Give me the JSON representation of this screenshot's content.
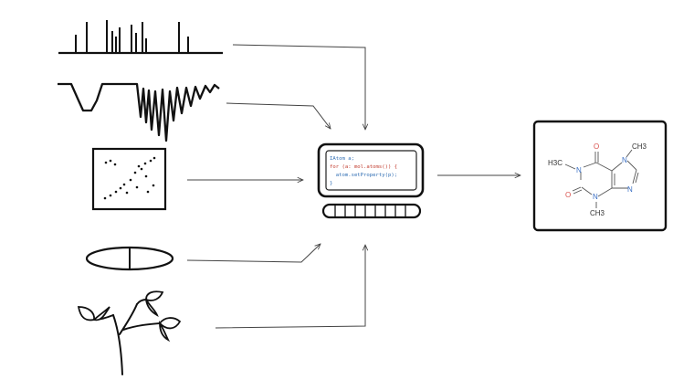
{
  "computer": {
    "code_lines": [
      "IAtom a;",
      "for (a: mol.atoms()) {",
      "  atom.setProperty(p);",
      "}"
    ]
  },
  "molecule": {
    "labels": {
      "o_top": "O",
      "o_left": "O",
      "h3c_left": "H3C",
      "ch3_top_right": "CH3",
      "ch3_bottom": "CH3",
      "n1": "N",
      "n3": "N",
      "n7": "N",
      "n9": "N"
    }
  }
}
